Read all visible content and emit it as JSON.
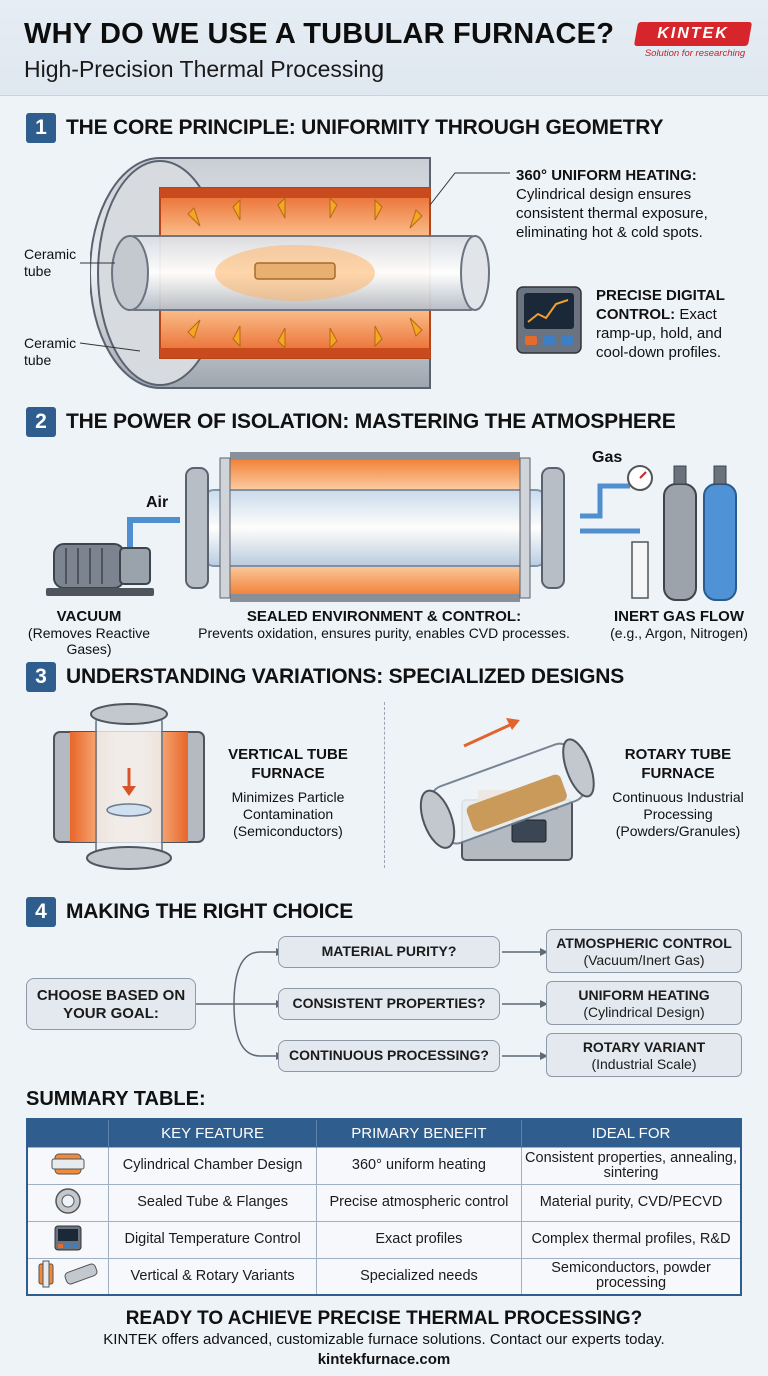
{
  "header": {
    "title": "WHY DO WE USE A TUBULAR FURNACE?",
    "subtitle": "High-Precision Thermal Processing",
    "logo_text": "KINTEK",
    "logo_tagline": "Solution for researching"
  },
  "section1": {
    "number": "1",
    "title": "THE CORE PRINCIPLE: UNIFORMITY THROUGH GEOMETRY",
    "label_top": "Ceramic\ntube",
    "label_bottom": "Ceramic\ntube",
    "heating_heading": "360° UNIFORM HEATING:",
    "heating_text": "Cylindrical design ensures consistent thermal exposure, eliminating hot & cold spots.",
    "control_heading": "PRECISE DIGITAL CONTROL:",
    "control_text": "Exact ramp-up, hold, and cool-down profiles."
  },
  "section2": {
    "number": "2",
    "title": "THE POWER OF ISOLATION: MASTERING THE ATMOSPHERE",
    "air_label": "Air",
    "gas_label": "Gas",
    "vacuum_heading": "VACUUM",
    "vacuum_text": "(Removes Reactive Gases)",
    "sealed_heading": "SEALED ENVIRONMENT & CONTROL:",
    "sealed_text": "Prevents oxidation, ensures purity, enables CVD processes.",
    "inert_heading": "INERT GAS FLOW",
    "inert_text": "(e.g., Argon, Nitrogen)"
  },
  "section3": {
    "number": "3",
    "title": "UNDERSTANDING VARIATIONS: SPECIALIZED DESIGNS",
    "vertical_heading": "VERTICAL TUBE FURNACE",
    "vertical_text": "Minimizes Particle Contamination (Semiconductors)",
    "rotary_heading": "ROTARY TUBE FURNACE",
    "rotary_text": "Continuous Industrial Processing (Powders/Granules)"
  },
  "section4": {
    "number": "4",
    "title": "MAKING THE RIGHT CHOICE",
    "root": "CHOOSE BASED ON YOUR GOAL:",
    "branches": [
      {
        "question": "MATERIAL PURITY?",
        "answer_heading": "ATMOSPHERIC CONTROL",
        "answer_text": "(Vacuum/Inert Gas)"
      },
      {
        "question": "CONSISTENT PROPERTIES?",
        "answer_heading": "UNIFORM HEATING",
        "answer_text": "(Cylindrical Design)"
      },
      {
        "question": "CONTINUOUS PROCESSING?",
        "answer_heading": "ROTARY VARIANT",
        "answer_text": "(Industrial Scale)"
      }
    ]
  },
  "summary": {
    "title": "SUMMARY TABLE:",
    "headers": [
      "",
      "KEY FEATURE",
      "PRIMARY BENEFIT",
      "IDEAL FOR"
    ],
    "rows": [
      {
        "icon": "tube-furnace-icon",
        "feature": "Cylindrical Chamber Design",
        "benefit": "360° uniform heating",
        "ideal": "Consistent properties, annealing, sintering"
      },
      {
        "icon": "flange-icon",
        "feature": "Sealed Tube & Flanges",
        "benefit": "Precise atmospheric control",
        "ideal": "Material purity, CVD/PECVD"
      },
      {
        "icon": "controller-icon",
        "feature": "Digital Temperature Control",
        "benefit": "Exact profiles",
        "ideal": "Complex thermal profiles, R&D"
      },
      {
        "icon": "variants-icon",
        "feature": "Vertical & Rotary Variants",
        "benefit": "Specialized needs",
        "ideal": "Semiconductors, powder processing"
      }
    ]
  },
  "cta": {
    "title": "READY TO ACHIEVE PRECISE THERMAL PROCESSING?",
    "text": "KINTEK offers advanced, customizable furnace solutions. Contact our experts today.",
    "url": "kintekfurnace.com"
  }
}
